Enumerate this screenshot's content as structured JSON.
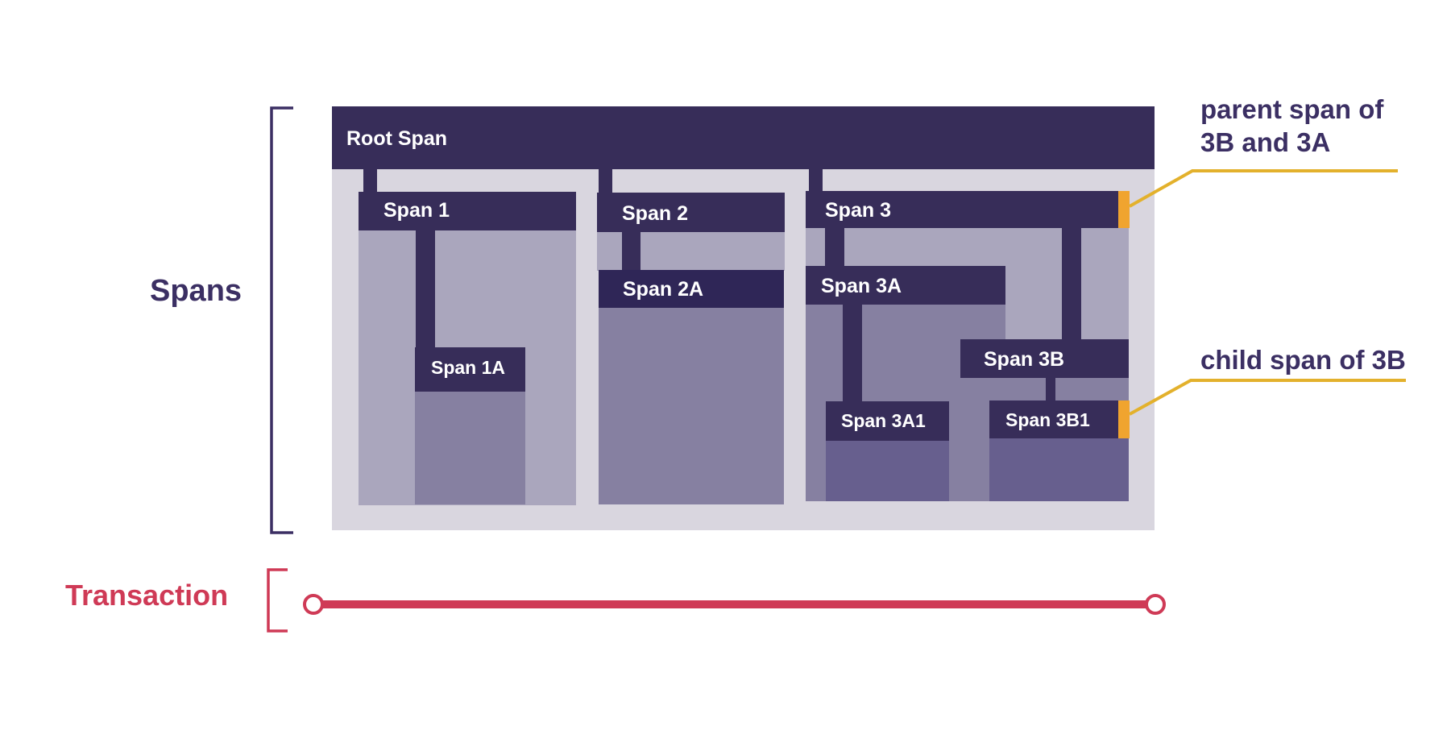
{
  "labels": {
    "spans": "Spans",
    "transaction": "Transaction"
  },
  "spans": {
    "root": "Root Span",
    "s1": "Span 1",
    "s1a": "Span 1A",
    "s2": "Span 2",
    "s2a": "Span 2A",
    "s3": "Span 3",
    "s3a": "Span 3A",
    "s3a1": "Span 3A1",
    "s3b": "Span 3B",
    "s3b1": "Span 3B1"
  },
  "annotations": {
    "parent_line1": "parent span of",
    "parent_line2": "3B and 3A",
    "child": "child span of 3B"
  },
  "colors": {
    "span_header": "#372d59",
    "span_2a_header": "#2f2657",
    "outer_bg": "#d9d6df",
    "light_body": "#aaa6bd",
    "mid_body": "#8680a1",
    "dark_body": "#675f8e",
    "transaction": "#cf3a56",
    "annotation_line": "#e3b12c",
    "marker": "#f0a42f"
  }
}
